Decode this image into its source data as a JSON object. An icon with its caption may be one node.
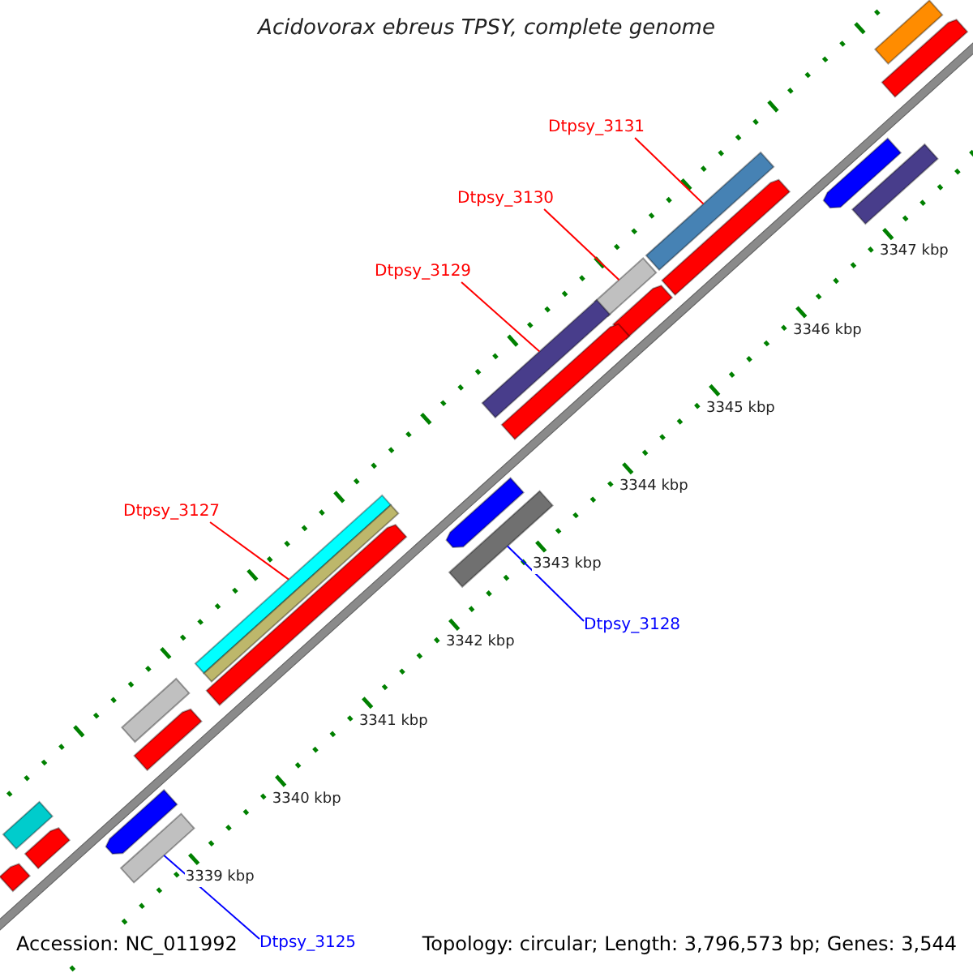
{
  "diagram": {
    "title": "Acidovorax ebreus TPSY, complete genome",
    "nodes": [
      {
        "text": [
          "Dtpsy_3131"
        ]
      },
      {
        "text": [],
        "shape": "bar"
      },
      {
        "text": [
          "Dtpsy_3130"
        ]
      },
      {
        "text": [],
        "shape": "bar"
      },
      {
        "text": [
          "Dtpsy_3129"
        ]
      },
      {
        "text": [],
        "shape": "bar"
      },
      {
        "text": [
          "Dtpsy_3127"
        ]
      },
      {
        "text": [],
        "shape": "bar"
      },
      {
        "text": [
          "Dtpsy_3128"
        ]
      },
      {
        "text": [],
        "shape": "bar"
      },
      {
        "text": [
          "Dtpsy_3125"
        ]
      },
      {
        "text": [],
        "shape": "bar"
      },
      {
        "text": [],
        "shape": "bar"
      },
      {
        "text": [],
        "shape": "bar"
      },
      {
        "text": [],
        "shape": "bar"
      },
      {
        "text": [],
        "shape": "bar"
      },
      {
        "text": [],
        "shape": "bar"
      },
      {
        "text": [],
        "shape": "bar"
      },
      {
        "text": [],
        "shape": "bar"
      },
      {
        "text": [],
        "shape": "bar"
      },
      {
        "text": [],
        "shape": "bar"
      },
      {
        "text": [],
        "shape": "bar"
      },
      {
        "text": [],
        "shape": "bar"
      },
      {
        "text": [],
        "shape": "bar"
      },
      {
        "text": [],
        "shape": "bar"
      },
      {
        "text": [],
        "shape": "bar"
      },
      {
        "text": [],
        "shape": "bar"
      },
      {
        "text": [],
        "shape": "bar"
      }
    ],
    "edges": [
      {
        "from": 0,
        "to": 1,
        "arrow": "none"
      },
      {
        "from": 2,
        "to": 3,
        "arrow": "none"
      },
      {
        "from": 4,
        "to": 5,
        "arrow": "none"
      },
      {
        "from": 6,
        "to": 7,
        "arrow": "none"
      },
      {
        "from": 8,
        "to": 9,
        "arrow": "none",
        "color": "#0000ff"
      },
      {
        "from": 10,
        "to": 11,
        "arrow": "none",
        "color": "#0000ff"
      }
    ],
    "labels": [
      "3347 kbp",
      "3346 kbp",
      "3345 kbp",
      "3344 kbp",
      "3343 kbp",
      "3342 kbp",
      "3341 kbp",
      "3340 kbp",
      "3339 kbp",
      "Accession: NC_011992",
      "Topology: circular; Length: 3,796,573 bp; Genes: 3,544"
    ]
  }
}
